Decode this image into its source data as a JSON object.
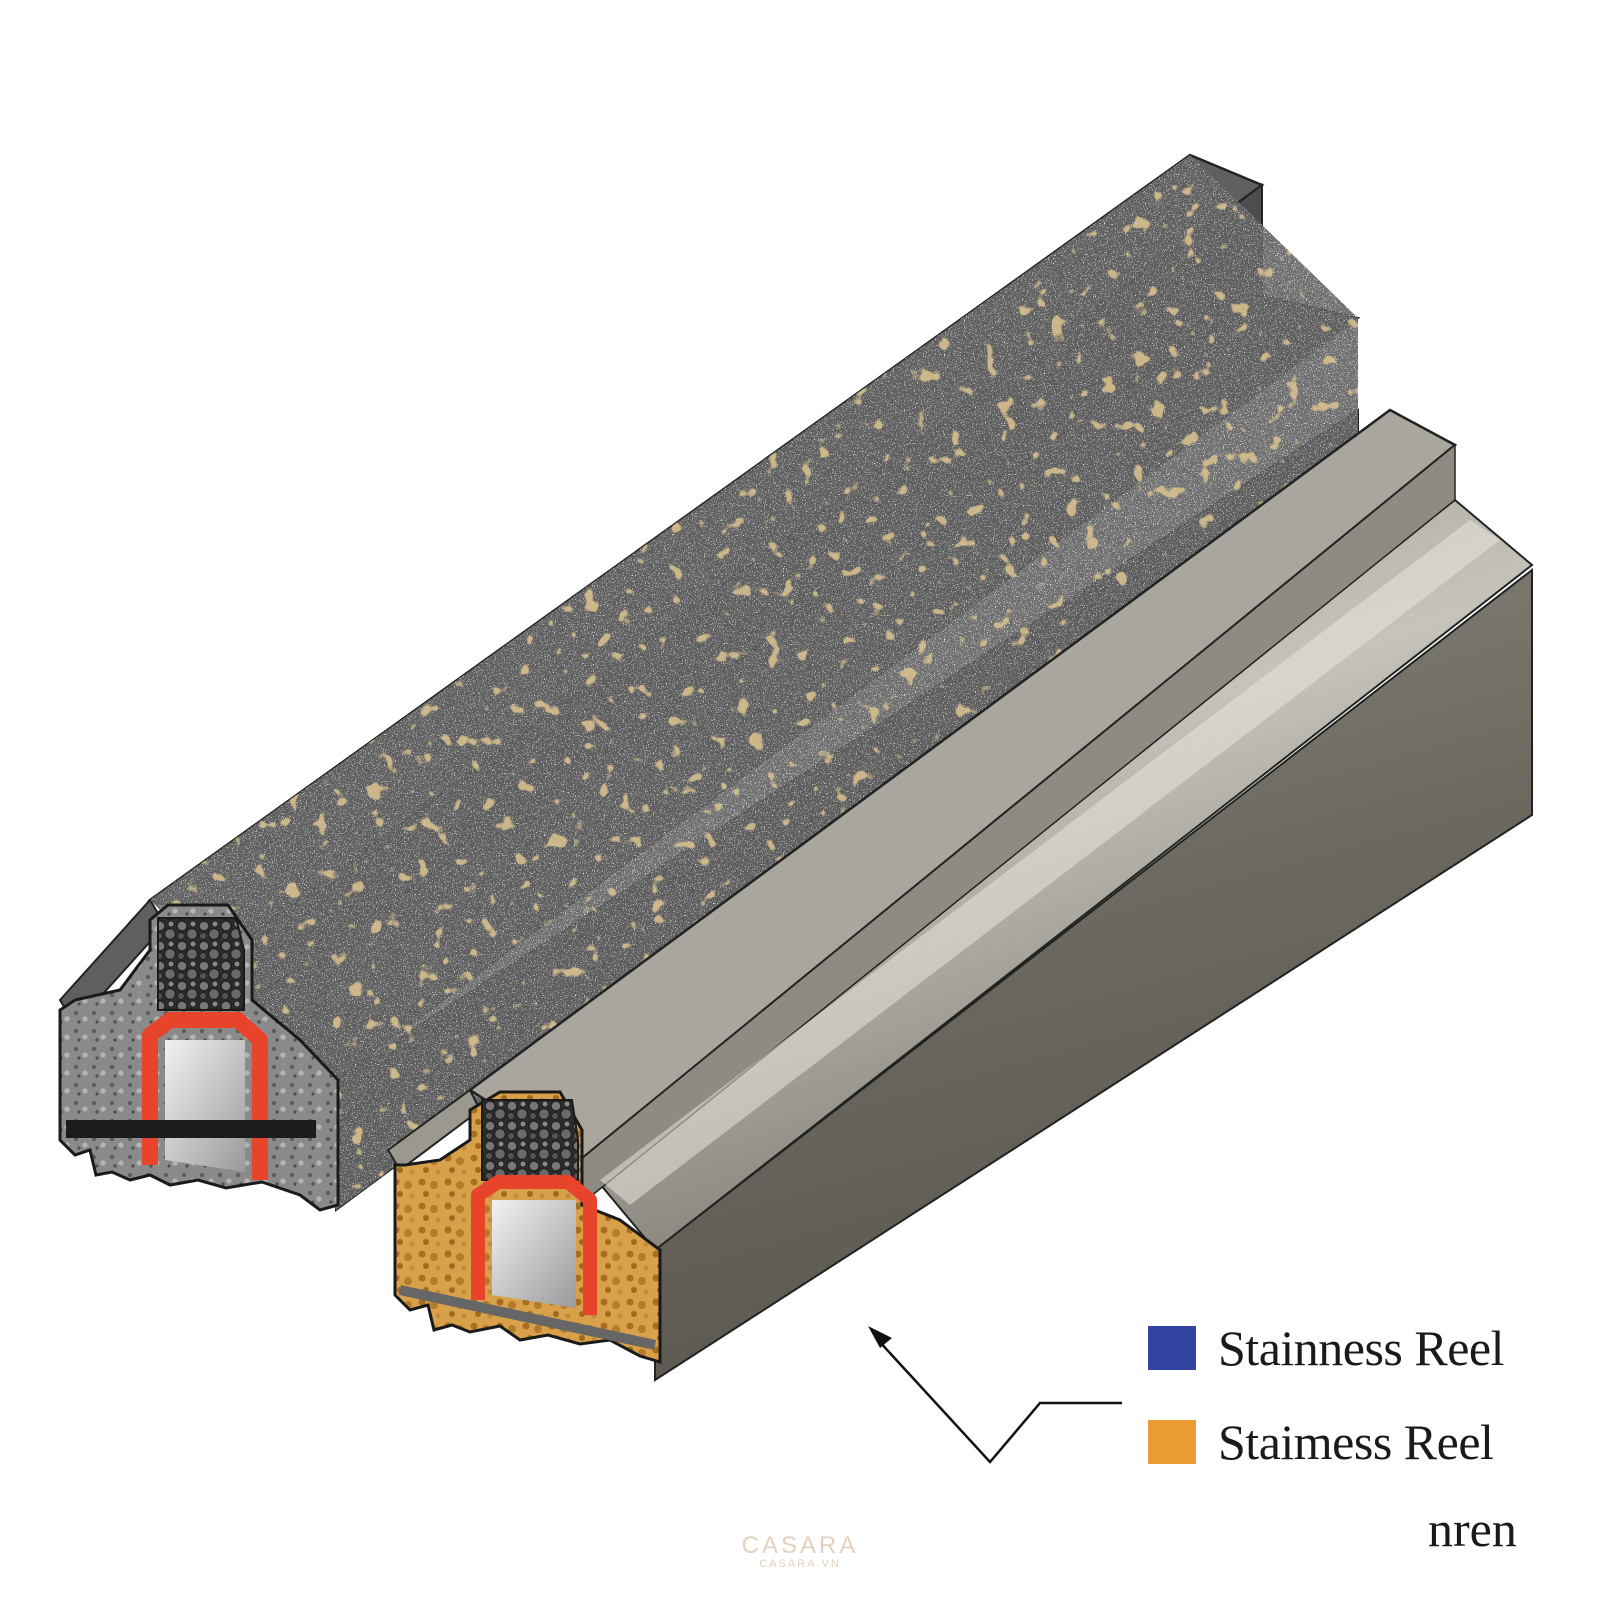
{
  "legend": {
    "items": [
      {
        "label": "Stainness Reel",
        "color": "#3343a0"
      },
      {
        "label": "Staimess Reel",
        "color": "#eb9b33"
      }
    ],
    "extra_label": "nren"
  },
  "watermark": {
    "brand": "CASARA",
    "site": "CASARA.VN"
  },
  "illustration": {
    "left_profile": "weathered-concrete-coated-steel-bar",
    "right_profile": "smooth-brushed-steel-bar",
    "core_color": "#e8432b"
  }
}
